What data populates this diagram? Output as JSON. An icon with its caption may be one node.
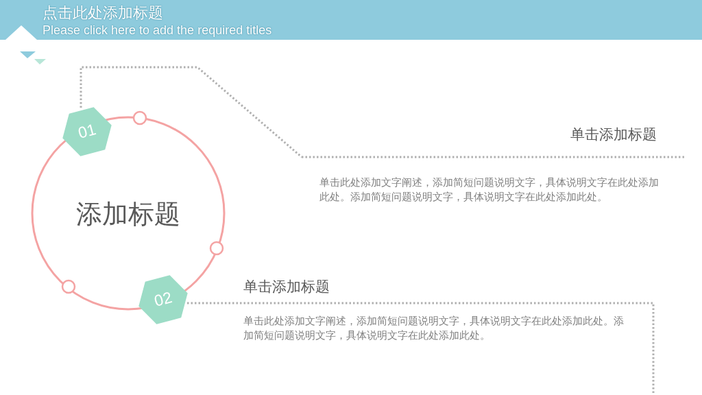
{
  "diagram": {
    "title": "点击此处添加标题",
    "nodes": [
      {
        "text": [
          "添加标题"
        ]
      },
      {
        "text": [
          "01"
        ]
      },
      {
        "text": [
          "02"
        ]
      },
      {
        "text": [
          "单击添加标题",
          "单击此处添加文字阐述，添加简短问题说明文字，具体说明文字在此处添加此处。添加简短问题说明文字，具体说明文字在此处添加此处。"
        ]
      },
      {
        "text": [
          "单击添加标题",
          "单击此处添加文字阐述，添加简短问题说明文字，具体说明文字在此处添加此处。添加简短问题说明文字，具体说明文字在此处添加此处。"
        ]
      }
    ],
    "edges": [
      {
        "from": 1,
        "to": 3,
        "arrow": "none"
      },
      {
        "from": 2,
        "to": 4,
        "arrow": "none"
      }
    ],
    "labels": [
      "Please click here to add the required titles"
    ]
  }
}
